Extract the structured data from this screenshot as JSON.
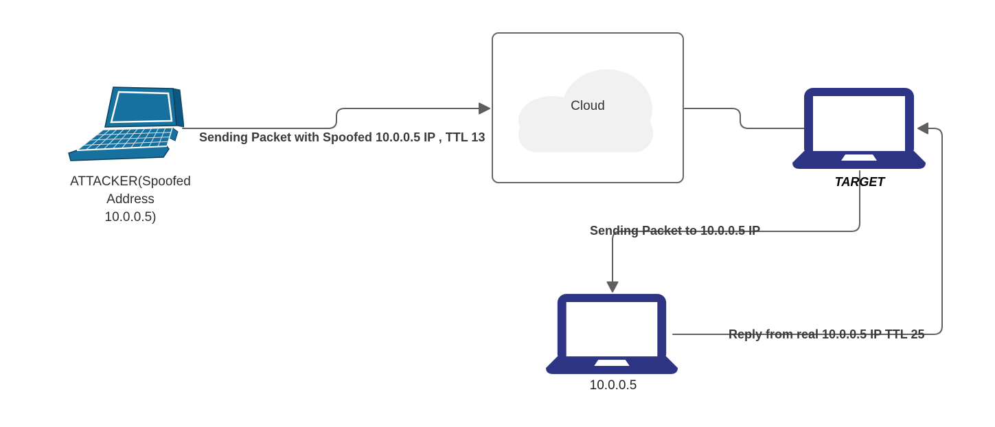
{
  "diagram_title": "IP spoofing packet flow diagram",
  "nodes": {
    "attacker": {
      "label": "ATTACKER(Spoofed\nAddress\n10.0.0.5)",
      "icon": "teal-3d-laptop"
    },
    "cloud": {
      "label": "Cloud",
      "icon": "cloud-shape"
    },
    "target": {
      "label": "TARGET",
      "icon": "navy-laptop"
    },
    "real_host": {
      "label": "10.0.0.5",
      "icon": "navy-laptop"
    }
  },
  "edges": {
    "spoofed_packet": {
      "label": "Sending Packet with Spoofed 10.0.0.5 IP , TTL 13",
      "from": "attacker",
      "to": "cloud",
      "arrow": "right"
    },
    "cloud_to_target": {
      "from": "cloud",
      "to": "target",
      "arrow": "none"
    },
    "packet_to_real": {
      "label": "Sending Packet to 10.0.0.5 IP",
      "from": "target",
      "to": "real_host",
      "arrow": "down"
    },
    "reply_from_real": {
      "label": "Reply from real 10.0.0.5 IP TTL 25",
      "from": "real_host",
      "to": "target",
      "arrow": "left"
    }
  },
  "colors": {
    "connector": "#5f5f5f",
    "box_border": "#666666",
    "cloud_fill": "#f1f1f1",
    "navy_laptop": "#2d3483",
    "teal_laptop": "#16719e",
    "teal_laptop_dark": "#0d5880",
    "edge_label_text": "#3a3a3a",
    "node_label_text": "#2f2f2f",
    "background": "#ffffff"
  }
}
